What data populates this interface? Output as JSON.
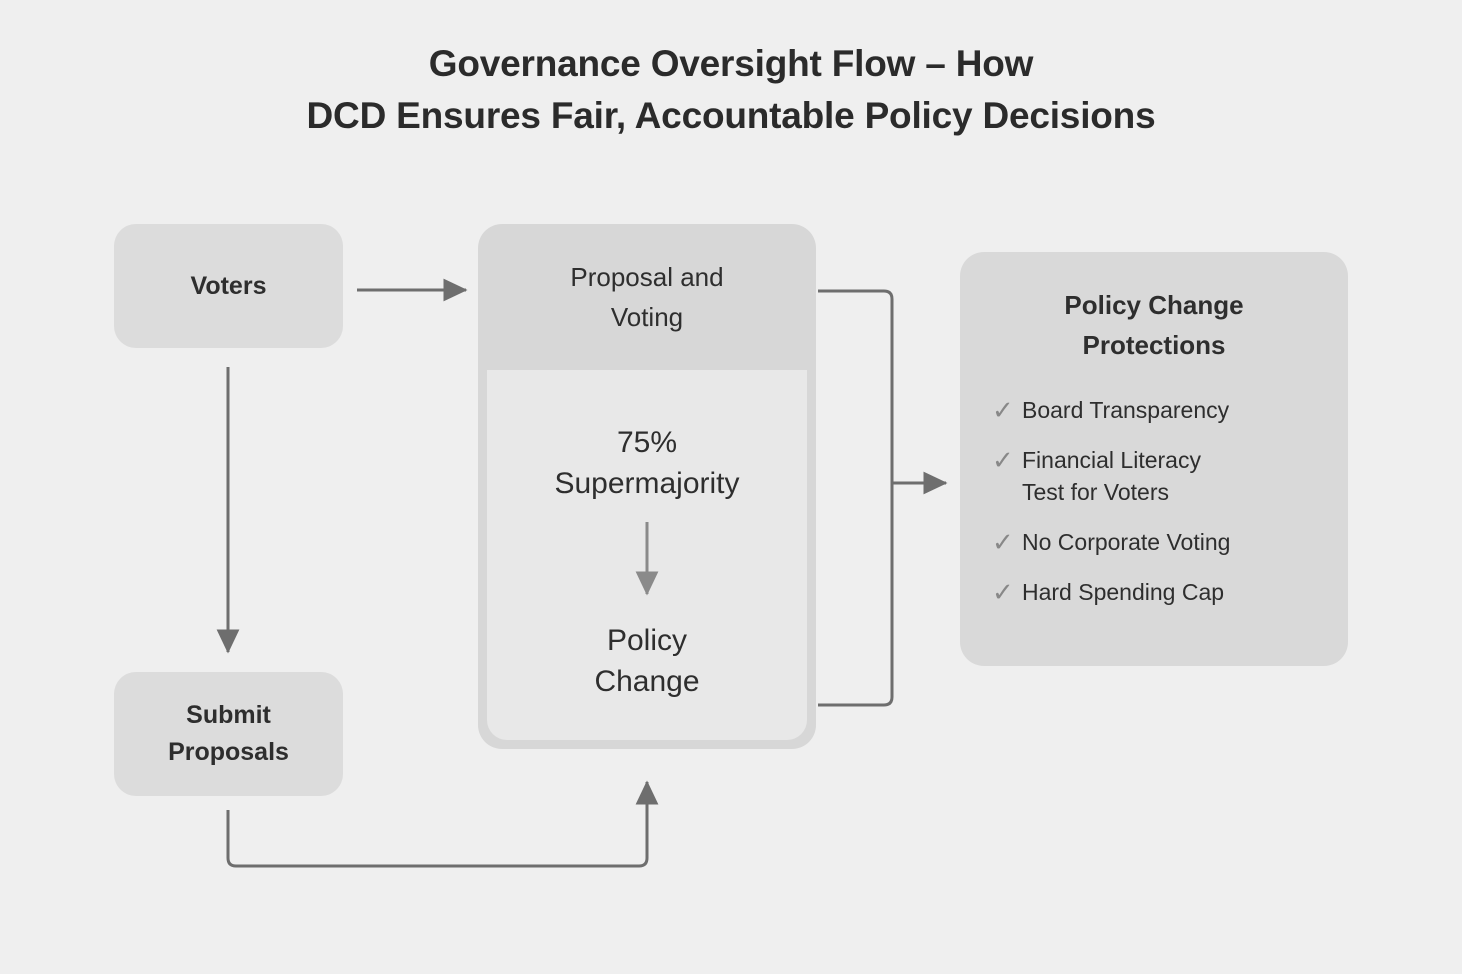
{
  "title": {
    "line1": "Governance Oversight Flow – How",
    "line2": "DCD Ensures Fair, Accountable Policy Decisions"
  },
  "nodes": {
    "voters": {
      "label": "Voters"
    },
    "submit_proposals": {
      "line1": "Submit",
      "line2": "Proposals"
    },
    "process": {
      "header_line1": "Proposal and",
      "header_line2": "Voting",
      "threshold_line1": "75%",
      "threshold_line2": "Supermajority",
      "outcome_line1": "Policy",
      "outcome_line2": "Change"
    }
  },
  "protections": {
    "title_line1": "Policy Change",
    "title_line2": "Protections",
    "check_glyph": "✓",
    "items": [
      {
        "label": "Board Transparency"
      },
      {
        "label": "Financial Literacy\nTest for Voters"
      },
      {
        "label": "No Corporate Voting"
      },
      {
        "label": "Hard Spending Cap"
      }
    ]
  },
  "colors": {
    "background": "#efefef",
    "node_fill": "#dcdcdc",
    "process_header_fill": "#d7d7d7",
    "process_body_fill": "#e8e8e8",
    "panel_fill": "#d9d9d9",
    "text": "#2e2e2e",
    "title_text": "#2b2b2b",
    "connector": "#6e6e6e",
    "check": "#888888"
  }
}
